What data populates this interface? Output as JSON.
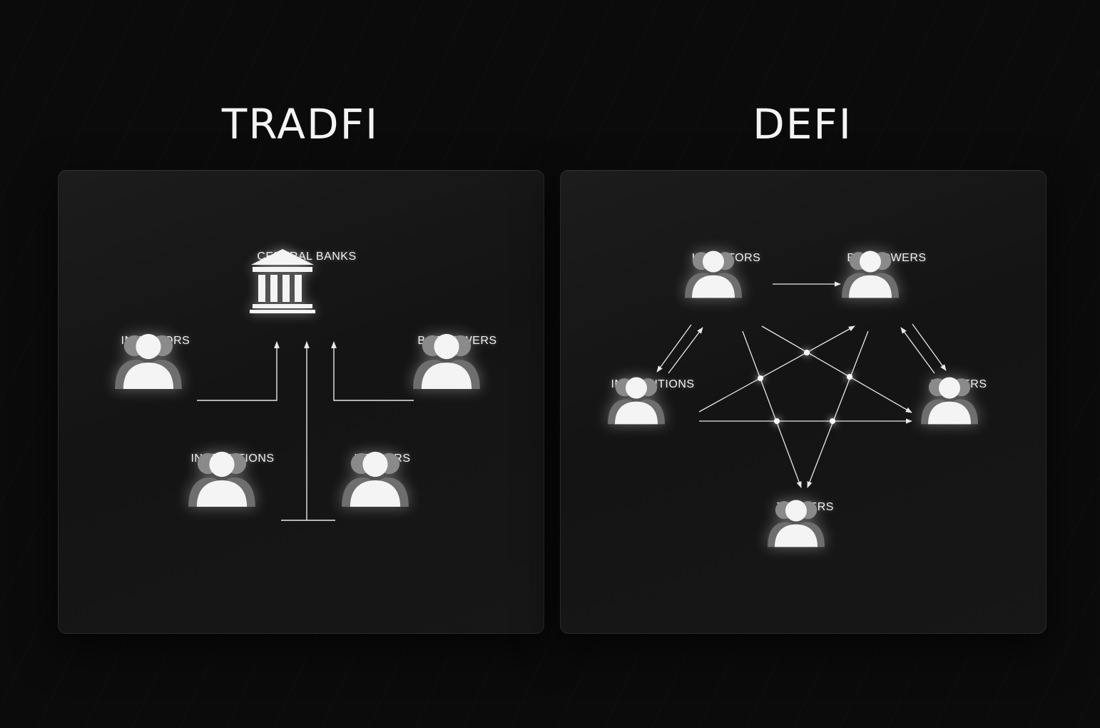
{
  "tradfi": {
    "title": "TRADFI",
    "central_banks": "CENTRAL BANKS",
    "investors": "INVESTORS",
    "borrowers": "BORROWERS",
    "institutions": "INSTITUTIONS",
    "lenders": "LENDERS"
  },
  "defi": {
    "title": "DEFI",
    "investors": "INVESTORS",
    "borrowers": "BORROWERS",
    "institutions": "INSTITUTIONS",
    "lenders": "LENDERS",
    "traders": "TRADERS"
  },
  "icons": {
    "person_group": "users-icon",
    "bank": "bank-icon"
  },
  "colors": {
    "background": "#0b0b0b",
    "panel": "#161616",
    "line": "#e8e8e8"
  }
}
